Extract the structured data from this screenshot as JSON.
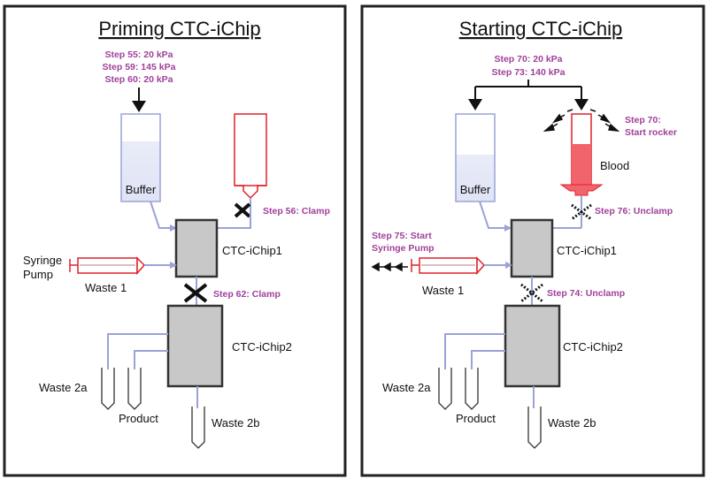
{
  "left": {
    "title": "Priming CTC-iChip",
    "pressure_steps": [
      "Step 55: 20 kPa",
      "Step 59: 145 kPa",
      "Step 60: 20 kPa"
    ],
    "buffer": "Buffer",
    "clamp_top": "Step 56: Clamp",
    "chip1": "CTC-iChip1",
    "syringe_pump_line1": "Syringe",
    "syringe_pump_line2": "Pump",
    "waste1": "Waste 1",
    "clamp_mid": "Step 62: Clamp",
    "chip2": "CTC-iChip2",
    "waste2a": "Waste 2a",
    "product": "Product",
    "waste2b": "Waste 2b"
  },
  "right": {
    "title": "Starting CTC-iChip",
    "pressure_steps": [
      "Step 70: 20 kPa",
      "Step 73: 140 kPa"
    ],
    "rocker_line1": "Step 70:",
    "rocker_line2": "Start rocker",
    "buffer": "Buffer",
    "blood": "Blood",
    "unclamp_top": "Step 76: Unclamp",
    "pump_start_line1": "Step 75: Start",
    "pump_start_line2": "Syringe Pump",
    "chip1": "CTC-iChip1",
    "waste1": "Waste 1",
    "unclamp_mid": "Step 74: Unclamp",
    "chip2": "CTC-iChip2",
    "waste2a": "Waste 2a",
    "product": "Product",
    "waste2b": "Waste 2b"
  },
  "colors": {
    "step_text": "#a0409a",
    "tubing": "#9aa3d6",
    "syringe": "#e0202a",
    "blood": "#f2646c",
    "chip": "#c8c8c8"
  }
}
